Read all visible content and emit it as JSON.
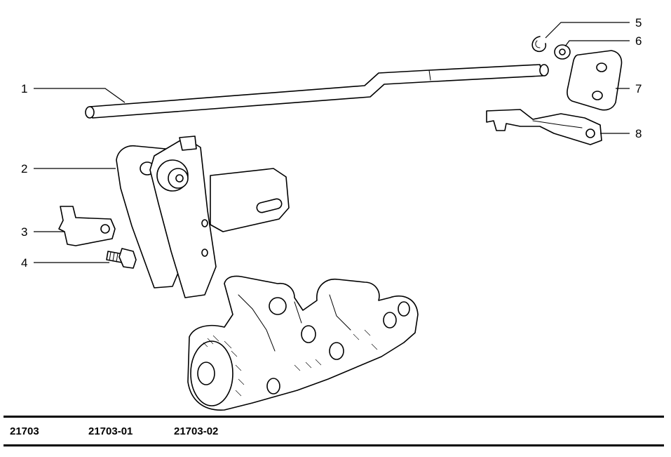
{
  "callouts": [
    {
      "id": "1",
      "label": "1"
    },
    {
      "id": "2",
      "label": "2"
    },
    {
      "id": "3",
      "label": "3"
    },
    {
      "id": "4",
      "label": "4"
    },
    {
      "id": "5",
      "label": "5"
    },
    {
      "id": "6",
      "label": "6"
    },
    {
      "id": "7",
      "label": "7"
    },
    {
      "id": "8",
      "label": "8"
    }
  ],
  "footer": {
    "codes": [
      "21703",
      "21703-01",
      "21703-02"
    ]
  }
}
